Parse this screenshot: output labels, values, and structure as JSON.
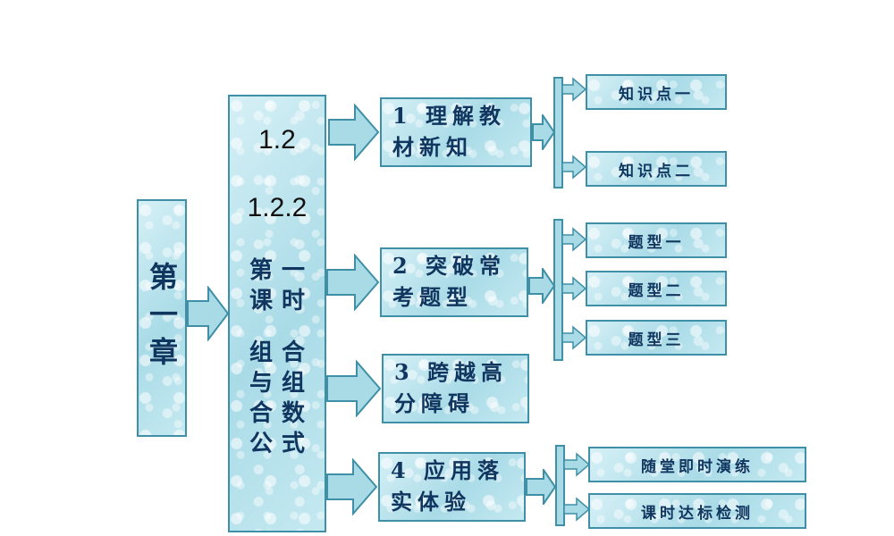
{
  "chapter": "第一章",
  "section": {
    "num1": "1.2",
    "num2": "1.2.2",
    "line1": "第一",
    "line2": "课时",
    "line3": "组合",
    "line4": "与组",
    "line5": "合数",
    "line6": "公式"
  },
  "steps": [
    {
      "line1": "1 理解教",
      "line2": "材新知"
    },
    {
      "line1": "2 突破常",
      "line2": "考题型"
    },
    {
      "line1": "3 跨越高",
      "line2": "分障碍"
    },
    {
      "line1": "4 应用落",
      "line2": "实体验"
    }
  ],
  "leaves": {
    "step1": [
      "知识点一",
      "知识点二"
    ],
    "step2": [
      "题型一",
      "题型二",
      "题型三"
    ],
    "step4": [
      "随堂即时演练",
      "课时达标检测"
    ]
  },
  "colors": {
    "border": "#3f8fa6",
    "box_fill": "#a9dbe7",
    "text": "#10355e"
  }
}
